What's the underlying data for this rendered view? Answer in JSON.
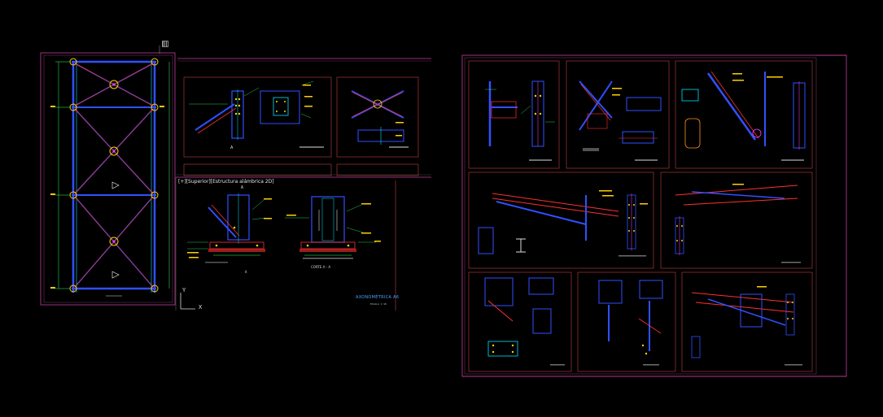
{
  "viewport": {
    "label": "[+][Superior][Estructura alámbrica 2D]"
  },
  "main_sheet": {
    "iso_title": "AXONOMÉTRICA A6",
    "iso_subtitle": "ESCALA 1:10",
    "section_label": "CORTE A - A"
  },
  "ucs": {
    "y_label": "Y",
    "x_label": "X"
  },
  "colors": {
    "background": "#000000",
    "frame": "#ff4040",
    "sheet_border": "#c0409a",
    "steel": "#3050ff",
    "bracing": "#ff3030",
    "bolts": "#ffd000",
    "dimension": "#30ff60",
    "annotation": "#ffffff",
    "cyan": "#00e0ff",
    "magenta": "#ff40ff"
  },
  "icons": {
    "grip": "grip-icon",
    "ucs": "ucs-axis-icon"
  }
}
